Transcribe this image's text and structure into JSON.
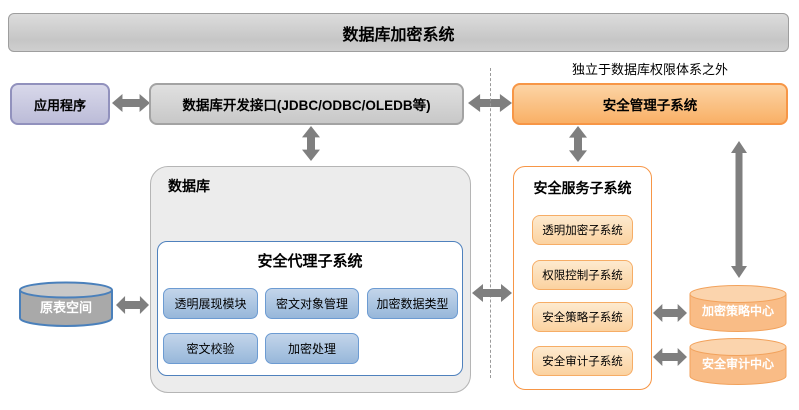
{
  "banner": {
    "title": "数据库加密系统"
  },
  "note": "独立于数据库权限体系之外",
  "app_box": {
    "label": "应用程序"
  },
  "interface_box": {
    "label": "数据库开发接口(JDBC/ODBC/OLEDB等)"
  },
  "mgmt_box": {
    "label": "安全管理子系统"
  },
  "database": {
    "title": "数据库",
    "agent": {
      "title": "安全代理子系统",
      "modules": [
        "透明展现模块",
        "密文对象管理",
        "加密数据类型",
        "密文校验",
        "加密处理"
      ]
    }
  },
  "tablespace": {
    "label": "原表空间"
  },
  "service": {
    "title": "安全服务子系统",
    "items": [
      "透明加密子系统",
      "权限控制子系统",
      "安全策略子系统",
      "安全审计子系统"
    ]
  },
  "centers": {
    "policy": "加密策略中心",
    "audit": "安全审计中心"
  },
  "colors": {
    "orange_accent": "#f79646",
    "blue_accent": "#4f81bd",
    "purple_accent": "#9191bd",
    "arrow_gray": "#7f7f7f",
    "banner_gray": "#c8c8c8"
  }
}
